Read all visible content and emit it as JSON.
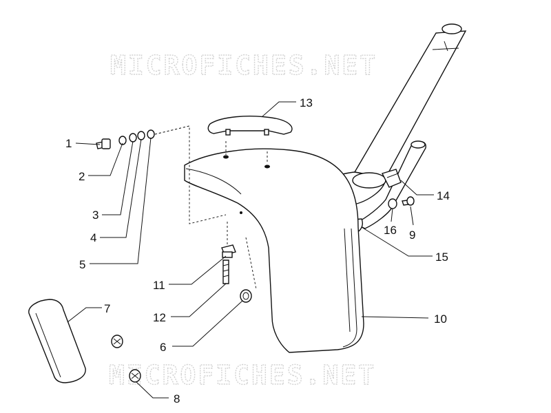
{
  "watermark": {
    "top_text": "MICROFICHES.NET",
    "bottom_text": "MICROFICHES.NET"
  },
  "callouts": [
    {
      "id": "1",
      "label": "1"
    },
    {
      "id": "2",
      "label": "2"
    },
    {
      "id": "3",
      "label": "3"
    },
    {
      "id": "4",
      "label": "4"
    },
    {
      "id": "5",
      "label": "5"
    },
    {
      "id": "6",
      "label": "6"
    },
    {
      "id": "7",
      "label": "7"
    },
    {
      "id": "8",
      "label": "8"
    },
    {
      "id": "9",
      "label": "9"
    },
    {
      "id": "10",
      "label": "10"
    },
    {
      "id": "11",
      "label": "11"
    },
    {
      "id": "12",
      "label": "12"
    },
    {
      "id": "13",
      "label": "13"
    },
    {
      "id": "14",
      "label": "14"
    },
    {
      "id": "15",
      "label": "15"
    },
    {
      "id": "16",
      "label": "16"
    }
  ]
}
